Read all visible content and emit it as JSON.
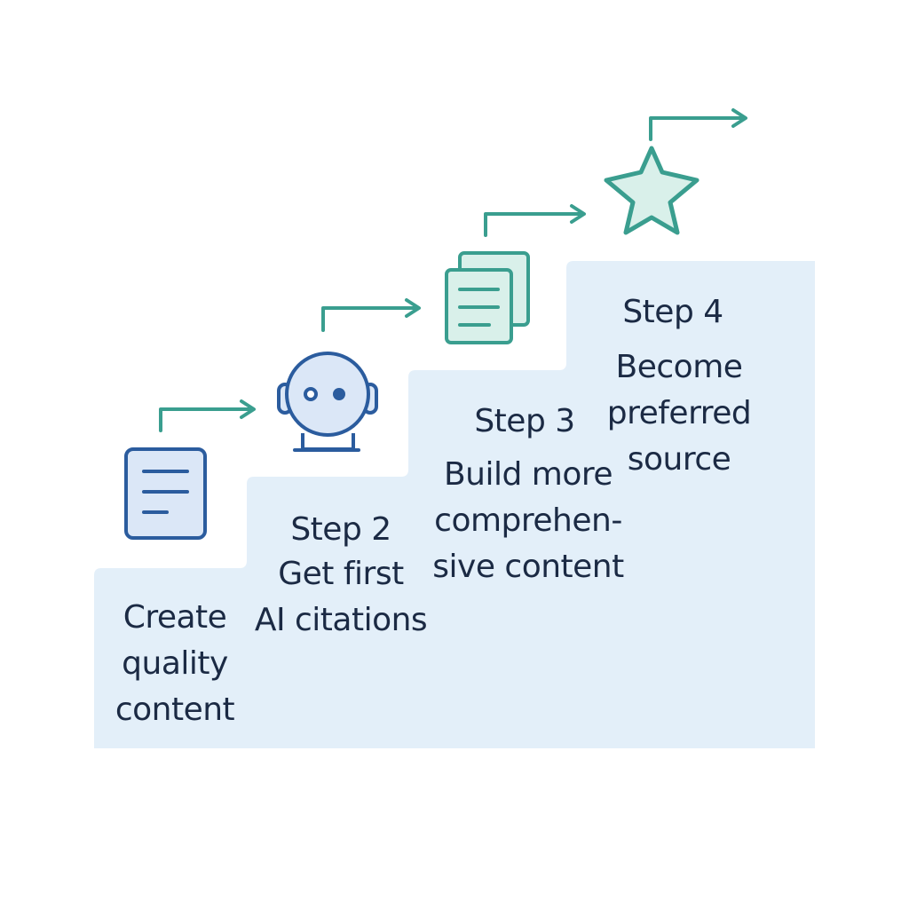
{
  "colors": {
    "stairs": "#e3eff9",
    "ink": "#1b2a44",
    "arrow": "#3a9e8f",
    "icon_blue": "#2b5c9e",
    "icon_blue_fill": "#dbe7f7",
    "icon_teal": "#3a9e8f",
    "icon_teal_fill": "#d9f0ea"
  },
  "steps": [
    {
      "id": "step-1",
      "title": "",
      "description_lines": [
        "Create",
        "quality",
        "content"
      ],
      "icon": "document-icon"
    },
    {
      "id": "step-2",
      "title": "Step 2",
      "description_lines": [
        "Get first",
        "AI citations"
      ],
      "icon": "robot-icon"
    },
    {
      "id": "step-3",
      "title": "Step 3",
      "description_lines": [
        "Build more",
        "comprehen-",
        "sive content"
      ],
      "icon": "documents-stack-icon"
    },
    {
      "id": "step-4",
      "title": "Step 4",
      "description_lines": [
        "Become",
        "preferred",
        "source"
      ],
      "icon": "star-icon"
    }
  ]
}
